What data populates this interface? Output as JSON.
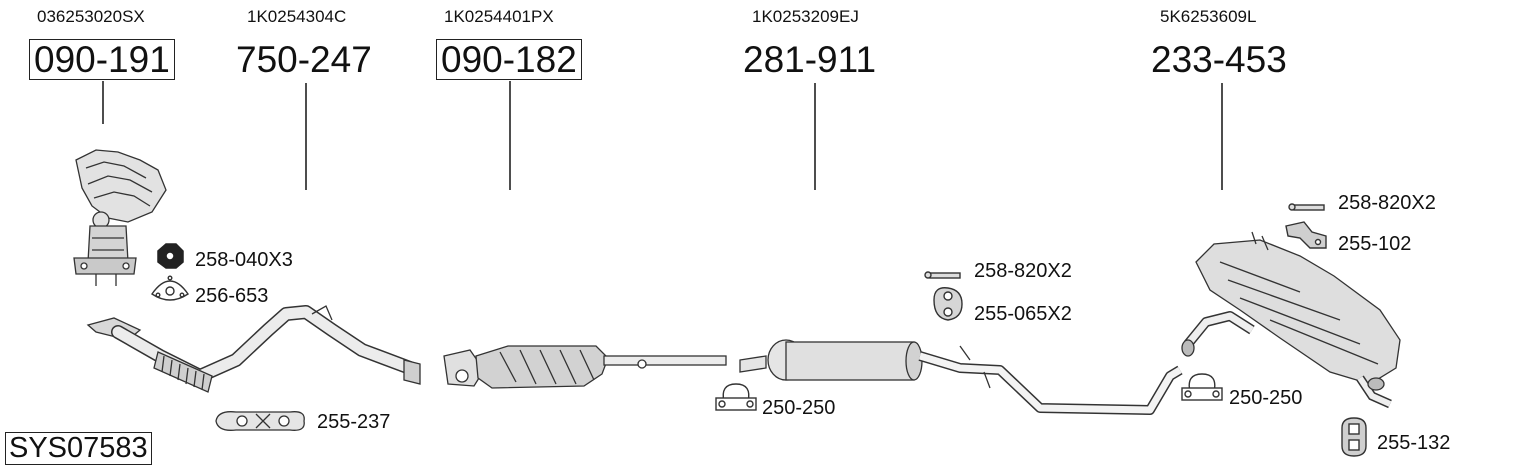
{
  "system_code": "SYS07583",
  "parts": [
    {
      "oe": "036253020SX",
      "number": "090-191",
      "boxed": true
    },
    {
      "oe": "1K0254304C",
      "number": "750-247",
      "boxed": false
    },
    {
      "oe": "1K0254401PX",
      "number": "090-182",
      "boxed": true
    },
    {
      "oe": "1K0253209EJ",
      "number": "281-911",
      "boxed": false
    },
    {
      "oe": "5K6253609L",
      "number": "233-453",
      "boxed": false
    }
  ],
  "accessories": {
    "nut": "258-040X3",
    "gasket_manifold": "256-653",
    "gasket_flex": "255-237",
    "clamp_1": "250-250",
    "bolt_mid": "258-820X2",
    "mount_mid": "255-065X2",
    "clamp_2": "250-250",
    "bolt_rear": "258-820X2",
    "bracket_rear": "255-102",
    "mount_rear": "255-132"
  }
}
